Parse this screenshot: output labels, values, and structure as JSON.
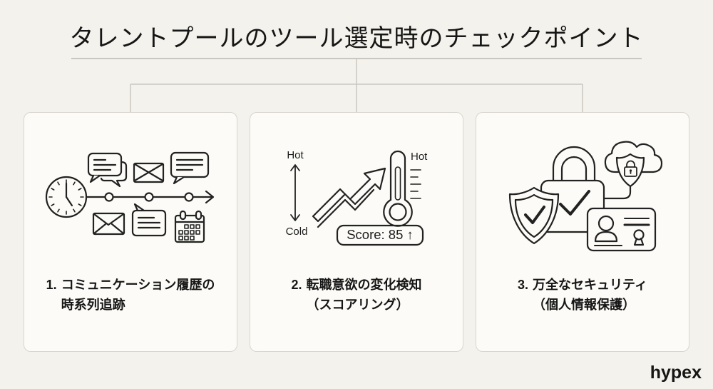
{
  "title": "タレントプールのツール選定時のチェックポイント",
  "logo": "hypex",
  "cards": [
    {
      "number": "1.",
      "line1": "コミュニケーション履歴の",
      "line2": "時系列追跡"
    },
    {
      "number": "2.",
      "line1": "転職意欲の変化検知",
      "line2": "（スコアリング）"
    },
    {
      "number": "3.",
      "line1": "万全なセキュリティ",
      "line2": "（個人情報保護）"
    }
  ],
  "scoring": {
    "hot_scale_label": "Hot",
    "cold_scale_label": "Cold",
    "thermometer_label": "Hot",
    "score_badge": "Score: 85 ↑"
  },
  "colors": {
    "background": "#f4f2ec",
    "card_background": "#fcfbf7",
    "card_border": "#d7d5cc",
    "line_art": "#222222",
    "connector_line": "#c9c7bf",
    "text": "#1a1a1a"
  }
}
